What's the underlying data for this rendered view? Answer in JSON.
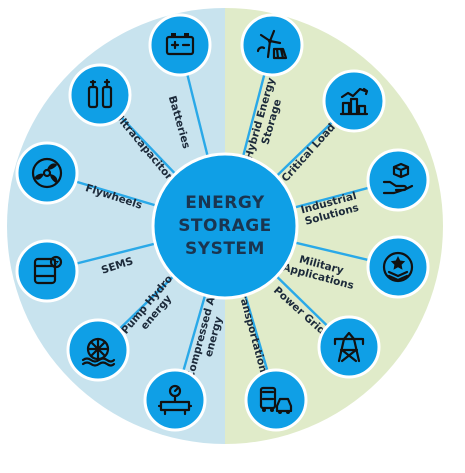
{
  "center": {
    "line1": "ENERGY",
    "line2": "STORAGE",
    "line3": "SYSTEM"
  },
  "colors": {
    "left_half": "#c8e3ee",
    "right_half": "#e0ebc9",
    "accent": "#0f9fe6",
    "spoke": "#2aa9e8"
  },
  "items": [
    {
      "id": "batteries",
      "lines": [
        "Batteries"
      ],
      "icon": "battery-icon"
    },
    {
      "id": "hybrid-energy-storage",
      "lines": [
        "Hybrid Energy",
        "Storage"
      ],
      "icon": "wind-solar-icon"
    },
    {
      "id": "critical-loads",
      "lines": [
        "Critical Loads"
      ],
      "icon": "factory-chart-icon"
    },
    {
      "id": "industrial-solutions",
      "lines": [
        "Industrial",
        "Solutions"
      ],
      "icon": "hand-cube-icon"
    },
    {
      "id": "military-applications",
      "lines": [
        "Military",
        "Applications"
      ],
      "icon": "military-badge-icon"
    },
    {
      "id": "power-grid",
      "lines": [
        "Power Grid"
      ],
      "icon": "power-tower-icon"
    },
    {
      "id": "transportation",
      "lines": [
        "Transportation"
      ],
      "icon": "bus-car-icon"
    },
    {
      "id": "compressed-air-energy",
      "lines": [
        "Compressed Air",
        "energy"
      ],
      "icon": "compressed-air-icon"
    },
    {
      "id": "pump-hydro-energy",
      "lines": [
        "Pump Hydro",
        "energy"
      ],
      "icon": "water-wheel-icon"
    },
    {
      "id": "sems",
      "lines": [
        "SEMS"
      ],
      "icon": "supercapacitor-icon"
    },
    {
      "id": "flywheels",
      "lines": [
        "Flywheels"
      ],
      "icon": "flywheel-icon"
    },
    {
      "id": "ultracapacitors",
      "lines": [
        "Ultracapacitors"
      ],
      "icon": "capacitor-icon"
    }
  ]
}
